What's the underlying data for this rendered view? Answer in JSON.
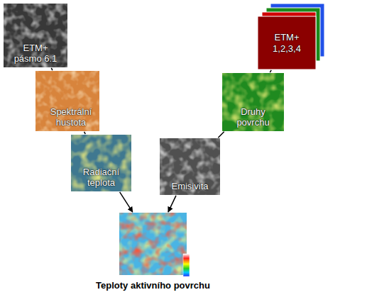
{
  "diagram": {
    "nodes": [
      {
        "text": [
          "ETM+ pásmo 6.1"
        ]
      },
      {
        "text": [
          "ETM+ 1,2,3,4"
        ]
      },
      {
        "text": [
          "Spektrální hustota"
        ]
      },
      {
        "text": [
          "Druhy povrchu"
        ]
      },
      {
        "text": [
          "Radiační teplota"
        ]
      },
      {
        "text": [
          "Emisivita"
        ]
      },
      {
        "text": [
          "Teploty aktivního povrchu"
        ]
      }
    ],
    "edges": [
      {
        "from": 0,
        "to": 2,
        "arrow": "none"
      },
      {
        "from": 2,
        "to": 4,
        "arrow": "none"
      },
      {
        "from": 4,
        "to": 6,
        "arrow": "to"
      },
      {
        "from": 1,
        "to": 3,
        "arrow": "none"
      },
      {
        "from": 3,
        "to": 5,
        "arrow": "none"
      },
      {
        "from": 5,
        "to": 6,
        "arrow": "to"
      }
    ]
  }
}
